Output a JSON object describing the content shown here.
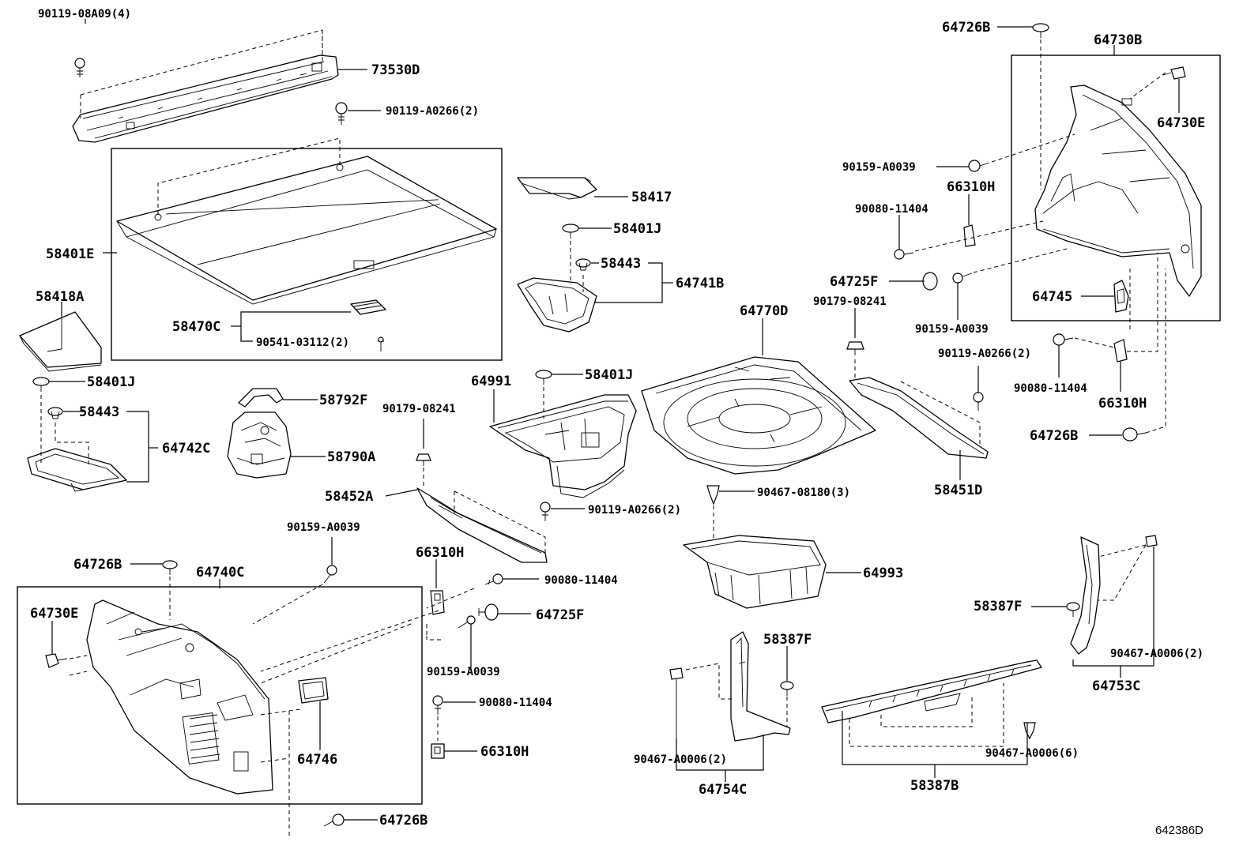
{
  "diagram_id": "642386D",
  "labels": {
    "p90119_08A09": "90119-08A09(4)",
    "p73530D": "73530D",
    "p90119_A0266_top": "90119-A0266(2)",
    "p58401E": "58401E",
    "p58418A": "58418A",
    "p58470C": "58470C",
    "p90541_03112": "90541-03112(2)",
    "p58401J_left": "58401J",
    "p58443_left": "58443",
    "p64742C": "64742C",
    "p58792F": "58792F",
    "p58790A": "58790A",
    "p58417": "58417",
    "p58401J_mid": "58401J",
    "p58443_mid": "58443",
    "p64741B": "64741B",
    "p64991": "64991",
    "p58401J_center": "58401J",
    "p90179_08241_left": "90179-08241",
    "p58452A": "58452A",
    "p90119_A0266_center": "90119-A0266(2)",
    "p66310H_center": "66310H",
    "p90080_11404_center": "90080-11404",
    "p64725F_center": "64725F",
    "p90159_A0039_center": "90159-A0039",
    "p90080_11404_lower": "90080-11404",
    "p66310H_lower": "66310H",
    "p64726B_bottom": "64726B",
    "p90159_A0039_left": "90159-A0039",
    "p64726B_left": "64726B",
    "p64740C": "64740C",
    "p64730E_left": "64730E",
    "p64746": "64746",
    "p64770D": "64770D",
    "p90467_08180": "90467-08180(3)",
    "p64993": "64993",
    "p58387F_center": "58387F",
    "p90467_A0006_2_left": "90467-A0006(2)",
    "p64754C": "64754C",
    "p58387B": "58387B",
    "p90467_A0006_6": "90467-A0006(6)",
    "p58387F_right": "58387F",
    "p90467_A0006_2_right": "90467-A0006(2)",
    "p64753C": "64753C",
    "p64726B_topright": "64726B",
    "p64730B": "64730B",
    "p64730E_right": "64730E",
    "p90159_A0039_upper": "90159-A0039",
    "p66310H_upper": "66310H",
    "p90080_11404_upper": "90080-11404",
    "p64725F_right": "64725F",
    "p90179_08241_right": "90179-08241",
    "p90159_A0039_right": "90159-A0039",
    "p64745": "64745",
    "p90119_A0266_right": "90119-A0266(2)",
    "p90080_11404_right": "90080-11404",
    "p66310H_right": "66310H",
    "p64726B_right": "64726B",
    "p58451D": "58451D"
  }
}
